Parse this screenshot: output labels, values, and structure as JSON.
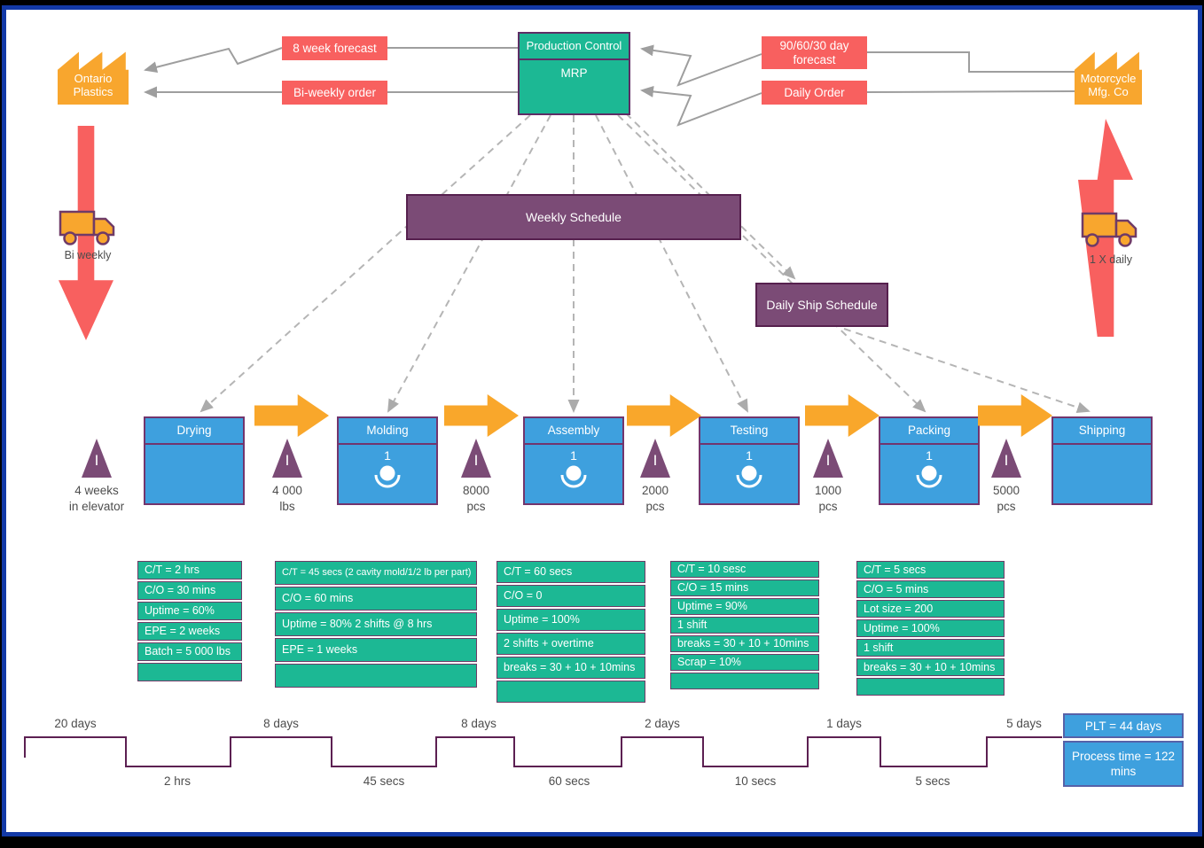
{
  "supplier": {
    "name": "Ontario Plastics",
    "shipment_label": "Bi weekly"
  },
  "customer": {
    "name": "Motorcycle Mfg. Co",
    "shipment_label": "1 X daily"
  },
  "production_control": {
    "title": "Production Control",
    "system": "MRP"
  },
  "info_labels": {
    "supplier_forecast": "8 week forecast",
    "supplier_order": "Bi-weekly order",
    "customer_forecast": "90/60/30 day forecast",
    "customer_order": "Daily Order"
  },
  "schedules": {
    "weekly": "Weekly Schedule",
    "daily_ship": "Daily Ship Schedule"
  },
  "processes": [
    {
      "name": "Drying",
      "operators": ""
    },
    {
      "name": "Molding",
      "operators": "1"
    },
    {
      "name": "Assembly",
      "operators": "1"
    },
    {
      "name": "Testing",
      "operators": "1"
    },
    {
      "name": "Packing",
      "operators": "1"
    },
    {
      "name": "Shipping",
      "operators": ""
    }
  ],
  "inventories": [
    {
      "symbol": "I",
      "value": "4 weeks",
      "unit": "in elevator"
    },
    {
      "symbol": "I",
      "value": "4 000",
      "unit": "lbs"
    },
    {
      "symbol": "I",
      "value": "8000",
      "unit": "pcs"
    },
    {
      "symbol": "I",
      "value": "2000",
      "unit": "pcs"
    },
    {
      "symbol": "I",
      "value": "1000",
      "unit": "pcs"
    },
    {
      "symbol": "I",
      "value": "5000",
      "unit": "pcs"
    }
  ],
  "data_tables": [
    {
      "rows": [
        "C/T = 2 hrs",
        "C/O = 30 mins",
        "Uptime = 60%",
        "EPE = 2 weeks",
        "Batch = 5 000 lbs",
        ""
      ]
    },
    {
      "rows": [
        "C/T = 45 secs (2 cavity mold/1/2 lb per part)",
        "C/O = 60 mins",
        "Uptime = 80% 2 shifts @ 8 hrs",
        "EPE = 1 weeks",
        ""
      ]
    },
    {
      "rows": [
        "C/T = 60 secs",
        "C/O = 0",
        "Uptime = 100%",
        "2 shifts + overtime",
        "breaks = 30 + 10 + 10mins",
        ""
      ]
    },
    {
      "rows": [
        "C/T = 10 sesc",
        "C/O = 15 mins",
        "Uptime = 90%",
        "1 shift",
        "breaks = 30 + 10 + 10mins",
        "Scrap = 10%",
        ""
      ]
    },
    {
      "rows": [
        "C/T = 5 secs",
        "C/O = 5 mins",
        "Lot size = 200",
        "Uptime = 100%",
        "1 shift",
        "breaks = 30 + 10 + 10mins",
        ""
      ]
    }
  ],
  "timeline": {
    "wait_labels": [
      "20 days",
      "8 days",
      "8 days",
      "2 days",
      "1 days",
      "5 days"
    ],
    "process_labels": [
      "2 hrs",
      "45 secs",
      "60 secs",
      "10 secs",
      "5 secs"
    ]
  },
  "summary": {
    "plt": "PLT = 44 days",
    "process_time": "Process time = 122 mins"
  },
  "colors": {
    "orange": "#F8A62E",
    "coral": "#F8605F",
    "green": "#1CB894",
    "purple": "#7B4B76",
    "blue": "#3EA0DE",
    "timeline": "#5C2052"
  }
}
